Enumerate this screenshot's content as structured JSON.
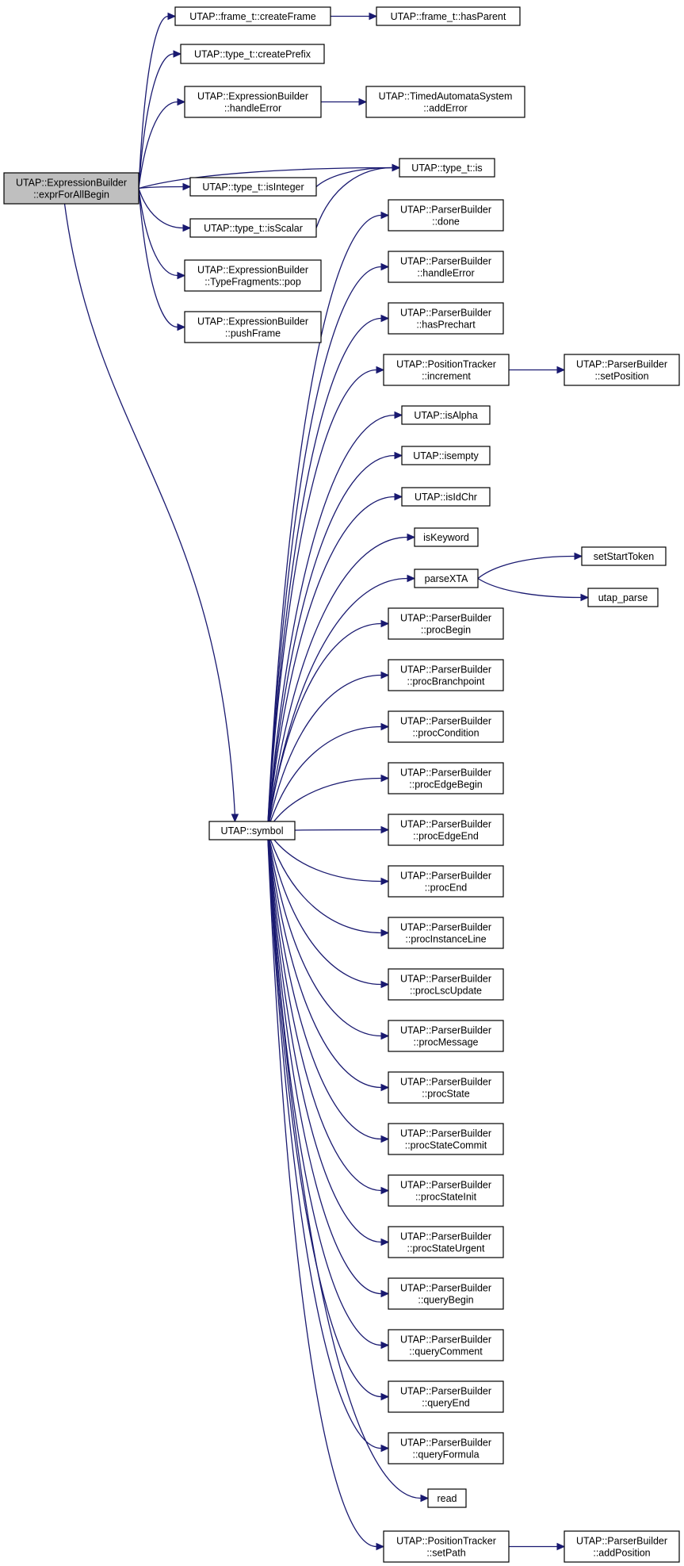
{
  "diagram": {
    "type": "call-graph",
    "colors": {
      "edge": "#191970",
      "root_fill": "#bfbfbf",
      "node_fill": "#ffffff",
      "border": "#000000"
    },
    "nodes": [
      {
        "id": "root",
        "lines": [
          "UTAP::ExpressionBuilder",
          "::exprForAllBegin"
        ],
        "root": true
      },
      {
        "id": "createFrame",
        "lines": [
          "UTAP::frame_t::createFrame"
        ]
      },
      {
        "id": "hasParent",
        "lines": [
          "UTAP::frame_t::hasParent"
        ]
      },
      {
        "id": "createPrefix",
        "lines": [
          "UTAP::type_t::createPrefix"
        ]
      },
      {
        "id": "eb_handleError",
        "lines": [
          "UTAP::ExpressionBuilder",
          "::handleError"
        ]
      },
      {
        "id": "addError",
        "lines": [
          "UTAP::TimedAutomataSystem",
          "::addError"
        ]
      },
      {
        "id": "is",
        "lines": [
          "UTAP::type_t::is"
        ]
      },
      {
        "id": "isInteger",
        "lines": [
          "UTAP::type_t::isInteger"
        ]
      },
      {
        "id": "isScalar",
        "lines": [
          "UTAP::type_t::isScalar"
        ]
      },
      {
        "id": "pop",
        "lines": [
          "UTAP::ExpressionBuilder",
          "::TypeFragments::pop"
        ]
      },
      {
        "id": "pushFrame",
        "lines": [
          "UTAP::ExpressionBuilder",
          "::pushFrame"
        ]
      },
      {
        "id": "symbol",
        "lines": [
          "UTAP::symbol"
        ]
      },
      {
        "id": "done",
        "lines": [
          "UTAP::ParserBuilder",
          "::done"
        ]
      },
      {
        "id": "pb_handleError",
        "lines": [
          "UTAP::ParserBuilder",
          "::handleError"
        ]
      },
      {
        "id": "hasPrechart",
        "lines": [
          "UTAP::ParserBuilder",
          "::hasPrechart"
        ]
      },
      {
        "id": "increment",
        "lines": [
          "UTAP::PositionTracker",
          "::increment"
        ]
      },
      {
        "id": "setPosition",
        "lines": [
          "UTAP::ParserBuilder",
          "::setPosition"
        ]
      },
      {
        "id": "isAlpha",
        "lines": [
          "UTAP::isAlpha"
        ]
      },
      {
        "id": "isempty",
        "lines": [
          "UTAP::isempty"
        ]
      },
      {
        "id": "isIdChr",
        "lines": [
          "UTAP::isIdChr"
        ]
      },
      {
        "id": "isKeyword",
        "lines": [
          "isKeyword"
        ]
      },
      {
        "id": "parseXTA",
        "lines": [
          "parseXTA"
        ]
      },
      {
        "id": "setStartToken",
        "lines": [
          "setStartToken"
        ]
      },
      {
        "id": "utap_parse",
        "lines": [
          "utap_parse"
        ]
      },
      {
        "id": "procBegin",
        "lines": [
          "UTAP::ParserBuilder",
          "::procBegin"
        ]
      },
      {
        "id": "procBranchpoint",
        "lines": [
          "UTAP::ParserBuilder",
          "::procBranchpoint"
        ]
      },
      {
        "id": "procCondition",
        "lines": [
          "UTAP::ParserBuilder",
          "::procCondition"
        ]
      },
      {
        "id": "procEdgeBegin",
        "lines": [
          "UTAP::ParserBuilder",
          "::procEdgeBegin"
        ]
      },
      {
        "id": "procEdgeEnd",
        "lines": [
          "UTAP::ParserBuilder",
          "::procEdgeEnd"
        ]
      },
      {
        "id": "procEnd",
        "lines": [
          "UTAP::ParserBuilder",
          "::procEnd"
        ]
      },
      {
        "id": "procInstanceLine",
        "lines": [
          "UTAP::ParserBuilder",
          "::procInstanceLine"
        ]
      },
      {
        "id": "procLscUpdate",
        "lines": [
          "UTAP::ParserBuilder",
          "::procLscUpdate"
        ]
      },
      {
        "id": "procMessage",
        "lines": [
          "UTAP::ParserBuilder",
          "::procMessage"
        ]
      },
      {
        "id": "procState",
        "lines": [
          "UTAP::ParserBuilder",
          "::procState"
        ]
      },
      {
        "id": "procStateCommit",
        "lines": [
          "UTAP::ParserBuilder",
          "::procStateCommit"
        ]
      },
      {
        "id": "procStateInit",
        "lines": [
          "UTAP::ParserBuilder",
          "::procStateInit"
        ]
      },
      {
        "id": "procStateUrgent",
        "lines": [
          "UTAP::ParserBuilder",
          "::procStateUrgent"
        ]
      },
      {
        "id": "queryBegin",
        "lines": [
          "UTAP::ParserBuilder",
          "::queryBegin"
        ]
      },
      {
        "id": "queryComment",
        "lines": [
          "UTAP::ParserBuilder",
          "::queryComment"
        ]
      },
      {
        "id": "queryEnd",
        "lines": [
          "UTAP::ParserBuilder",
          "::queryEnd"
        ]
      },
      {
        "id": "queryFormula",
        "lines": [
          "UTAP::ParserBuilder",
          "::queryFormula"
        ]
      },
      {
        "id": "read",
        "lines": [
          "read"
        ]
      },
      {
        "id": "setPath",
        "lines": [
          "UTAP::PositionTracker",
          "::setPath"
        ]
      },
      {
        "id": "addPosition",
        "lines": [
          "UTAP::ParserBuilder",
          "::addPosition"
        ]
      }
    ],
    "edges": [
      [
        "root",
        "createFrame"
      ],
      [
        "createFrame",
        "hasParent"
      ],
      [
        "root",
        "createPrefix"
      ],
      [
        "root",
        "eb_handleError"
      ],
      [
        "eb_handleError",
        "addError"
      ],
      [
        "root",
        "is"
      ],
      [
        "root",
        "isInteger"
      ],
      [
        "isInteger",
        "is"
      ],
      [
        "root",
        "isScalar"
      ],
      [
        "isScalar",
        "is"
      ],
      [
        "root",
        "pop"
      ],
      [
        "root",
        "pushFrame"
      ],
      [
        "root",
        "symbol"
      ],
      [
        "symbol",
        "done"
      ],
      [
        "symbol",
        "pb_handleError"
      ],
      [
        "symbol",
        "hasPrechart"
      ],
      [
        "symbol",
        "increment"
      ],
      [
        "increment",
        "setPosition"
      ],
      [
        "symbol",
        "isAlpha"
      ],
      [
        "symbol",
        "isempty"
      ],
      [
        "symbol",
        "isIdChr"
      ],
      [
        "symbol",
        "isKeyword"
      ],
      [
        "symbol",
        "parseXTA"
      ],
      [
        "parseXTA",
        "setStartToken"
      ],
      [
        "parseXTA",
        "utap_parse"
      ],
      [
        "symbol",
        "procBegin"
      ],
      [
        "symbol",
        "procBranchpoint"
      ],
      [
        "symbol",
        "procCondition"
      ],
      [
        "symbol",
        "procEdgeBegin"
      ],
      [
        "symbol",
        "procEdgeEnd"
      ],
      [
        "symbol",
        "procEnd"
      ],
      [
        "symbol",
        "procInstanceLine"
      ],
      [
        "symbol",
        "procLscUpdate"
      ],
      [
        "symbol",
        "procMessage"
      ],
      [
        "symbol",
        "procState"
      ],
      [
        "symbol",
        "procStateCommit"
      ],
      [
        "symbol",
        "procStateInit"
      ],
      [
        "symbol",
        "procStateUrgent"
      ],
      [
        "symbol",
        "queryBegin"
      ],
      [
        "symbol",
        "queryComment"
      ],
      [
        "symbol",
        "queryEnd"
      ],
      [
        "symbol",
        "queryFormula"
      ],
      [
        "symbol",
        "read"
      ],
      [
        "symbol",
        "setPath"
      ],
      [
        "setPath",
        "addPosition"
      ]
    ]
  }
}
